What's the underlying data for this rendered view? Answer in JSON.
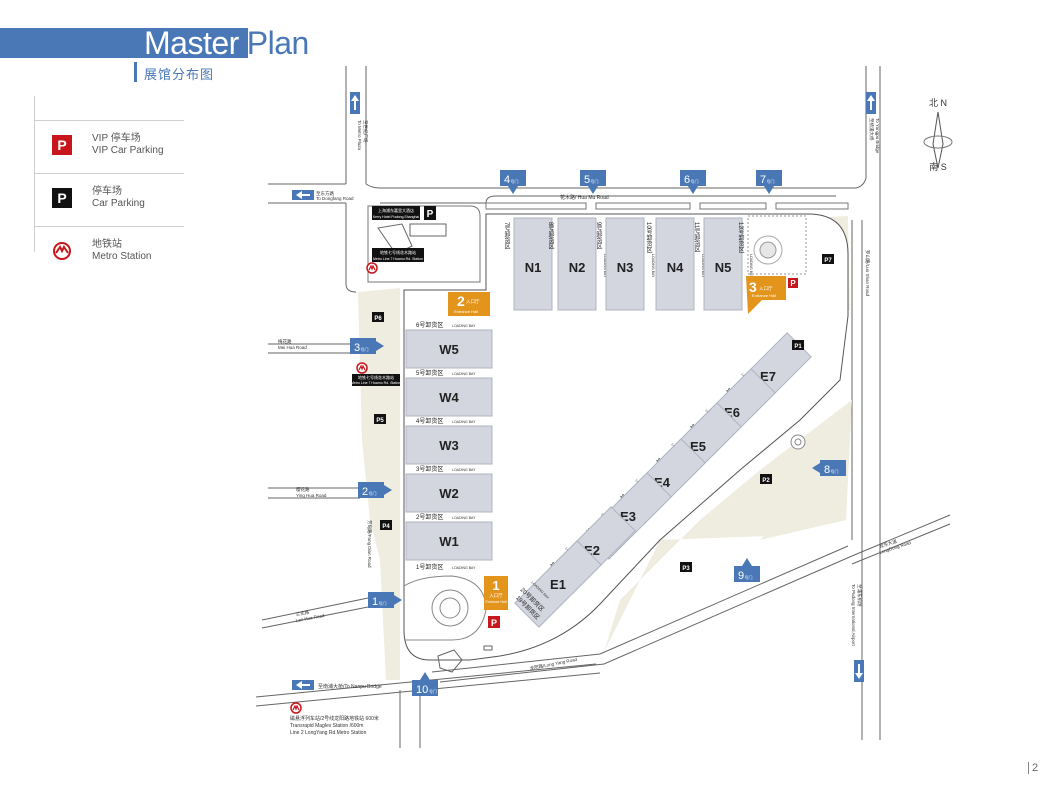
{
  "header": {
    "title_word1": "Master",
    "title_word2": "Plan",
    "subtitle": "展馆分布图"
  },
  "colors": {
    "accent": "#4a78b6",
    "hall": "#d3d6df",
    "green": "#efede0",
    "entrance": "#e3941b",
    "vip": "#c8161d"
  },
  "legend": [
    {
      "icon": "vip-parking-icon",
      "cn": "VIP 停车场",
      "en": "VIP Car Parking"
    },
    {
      "icon": "parking-icon",
      "cn": "停车场",
      "en": "Car Parking"
    },
    {
      "icon": "metro-icon",
      "cn": "地铁站",
      "en": "Metro Station"
    }
  ],
  "halls": {
    "north": [
      {
        "name": "N1",
        "bay": "7号卸货区"
      },
      {
        "name": "N2",
        "bay": "8号卸货区"
      },
      {
        "name": "N3",
        "bay": "9号卸货区"
      },
      {
        "name": "N4",
        "bay": "10号卸货区"
      },
      {
        "name": "N5",
        "bay": "11号卸货区"
      }
    ],
    "north_extra_bay": "12号卸货区",
    "west": [
      {
        "name": "W5",
        "bay": "6号卸货区"
      },
      {
        "name": "W4",
        "bay": "5号卸货区"
      },
      {
        "name": "W3",
        "bay": "4号卸货区"
      },
      {
        "name": "W2",
        "bay": "3号卸货区"
      },
      {
        "name": "W1",
        "bay": "2号卸货区"
      }
    ],
    "west_extra_bay": "1号卸货区",
    "east": [
      {
        "name": "E7",
        "bay": "13号卸货区"
      },
      {
        "name": "E6",
        "bay": "14号卸货区"
      },
      {
        "name": "E5",
        "bay": "15号卸货区"
      },
      {
        "name": "E4",
        "bay": "16号卸货区"
      },
      {
        "name": "E3",
        "bay": "17号卸货区"
      },
      {
        "name": "E2",
        "bay": "18号卸货区"
      },
      {
        "name": "E1",
        "bay": "19号卸货区"
      }
    ],
    "east_extra_bay": "20号卸货区",
    "loading_bay_en": "LOADING BAY"
  },
  "entrances": [
    {
      "num": "1",
      "cn": "入口厅",
      "en": "Entrance Hall"
    },
    {
      "num": "2",
      "cn": "入口厅",
      "en": "Entrance Hall"
    },
    {
      "num": "3",
      "cn": "入口厅",
      "en": "Entrance Hall"
    }
  ],
  "gates": [
    {
      "num": "1",
      "suffix": "号门"
    },
    {
      "num": "2",
      "suffix": "号门"
    },
    {
      "num": "3",
      "suffix": "号门"
    },
    {
      "num": "4",
      "suffix": "号门"
    },
    {
      "num": "5",
      "suffix": "号门"
    },
    {
      "num": "6",
      "suffix": "号门"
    },
    {
      "num": "7",
      "suffix": "号门"
    },
    {
      "num": "8",
      "suffix": "号门"
    },
    {
      "num": "9",
      "suffix": "号门"
    },
    {
      "num": "10",
      "suffix": "号门"
    }
  ],
  "parking": [
    "P1",
    "P2",
    "P3",
    "P4",
    "P5",
    "P6",
    "P7"
  ],
  "roads": {
    "hua_mu": "花木路/ Hua Mu Road",
    "mei_hua_cn": "梅花路",
    "mei_hua_en": "Mei Hua Road",
    "ying_hua_cn": "樱花路",
    "ying_hua_en": "Ying Hua Road",
    "lan_hua_cn": "兰花路",
    "lan_hua_en": "Lan Hua Road",
    "fang_dian": "芳甸路/Fang Dian Road",
    "long_yang": "龙阳路/Long Yang Road",
    "luo_shan": "罗山路/Luo Shan Road",
    "long_dong_cn": "龙东大道",
    "long_dong_en": "LongDong Road"
  },
  "directions": {
    "dongfang_cn": "至东方路",
    "dongfang_en": "To Dongfang Road",
    "nanpu": "至南浦大桥/To Nanpu Bridge",
    "plaza_cn": "至世纪广场",
    "plaza_en": "To Metro Plaza",
    "yangpu_cn": "至杨浦大桥",
    "yangpu_en": "To Yangpu Bridge",
    "airport_cn": "至浦东机场",
    "airport_en": "To Pudong International Airport"
  },
  "kerry": {
    "cn": "上海浦东嘉里大酒店",
    "en": "Kerry Hotel Pudong,Shanghai"
  },
  "metro_line7_top": {
    "cn": "地铁七号线花木路站",
    "en": "Metro Line 7 Huamu Rd. Station"
  },
  "metro_line7_west": {
    "cn": "地铁七号线花木路站",
    "en": "Metro Line 7 Huamu Rd. Station"
  },
  "maglev": {
    "cn": "磁悬浮列车站/2号线龙阳路地铁站 600米",
    "en1": "Transrapid Maglev Station /600m",
    "en2": "Line 2 LongYang Rd.Metro Station"
  },
  "compass": {
    "north": "北 N",
    "south": "南 S"
  },
  "page_number": "2"
}
